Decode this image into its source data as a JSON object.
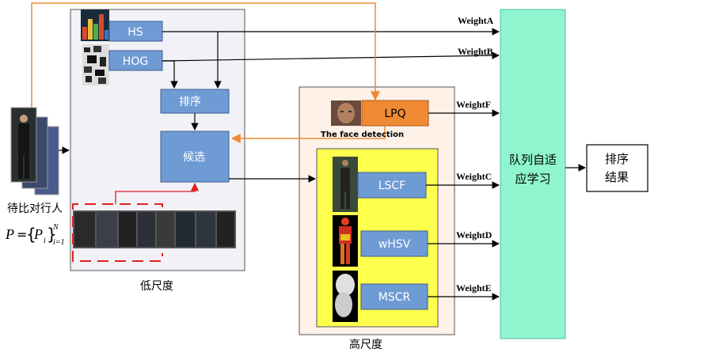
{
  "diagram": {
    "low_scale": {
      "caption": "低尺度",
      "hs_label": "HS",
      "hog_label": "HOG",
      "sort_label": "排序",
      "candidate_label": "候选"
    },
    "high_scale": {
      "caption": "高尺度",
      "lpq_label": "LPQ",
      "face_caption": "The face detection",
      "lscf_label": "LSCF",
      "whsv_label": "wHSV",
      "mscr_label": "MSCR"
    },
    "weights": {
      "a": "WeightA",
      "b": "WeightB",
      "f": "WeightF",
      "c": "WeightC",
      "d": "WeightD",
      "e": "WeightE"
    },
    "queue": {
      "line1": "队列自适",
      "line2": "应学习"
    },
    "result": {
      "line1": "排序",
      "line2": "结果"
    },
    "query": {
      "caption": "待比对行人",
      "formula_P": "P",
      "formula_eq": "=",
      "formula_Pi": "P",
      "formula_i": "i",
      "formula_N": "N",
      "formula_sub": "i=1"
    },
    "colors": {
      "blue_box": "#6f9bd4",
      "orange_box": "#ef8a33",
      "teal_panel": "#8ff5cf",
      "yellow_panel": "#ffff4d",
      "peach_panel": "#fdf1e8",
      "grey_panel": "#f2f1f7",
      "orange_line": "#ef8a33",
      "red_line": "#e02020"
    }
  }
}
